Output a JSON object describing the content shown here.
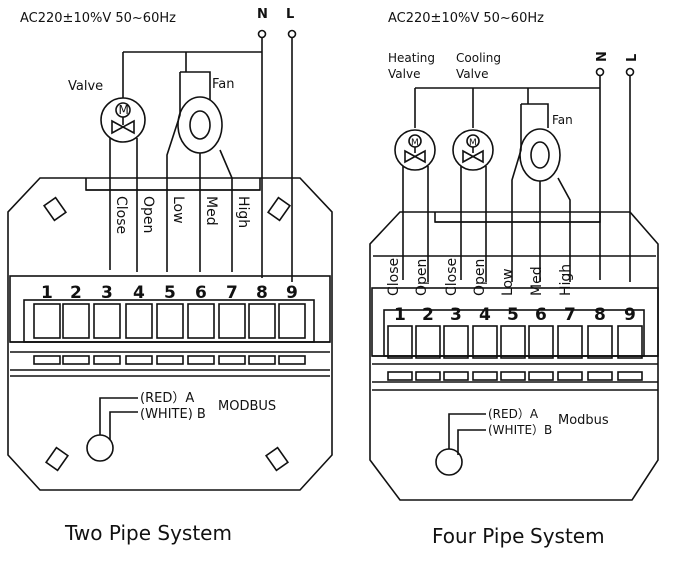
{
  "left": {
    "supply": "AC220±10%V 50~60Hz",
    "n": "N",
    "l": "L",
    "valve": "Valve",
    "fan": "Fan",
    "valve_motor": "M",
    "wires": [
      "Close",
      "Open",
      "Low",
      "Med",
      "High"
    ],
    "terminals": [
      "1",
      "2",
      "3",
      "4",
      "5",
      "6",
      "7",
      "8",
      "9"
    ],
    "modbus_a": "(RED）A",
    "modbus_b": "(WHITE) B",
    "modbus": "MODBUS",
    "caption": "Two Pipe System"
  },
  "right": {
    "supply": "AC220±10%V 50~60Hz",
    "n": "N",
    "l": "L",
    "heating_valve_1": "Heating",
    "heating_valve_2": "Valve",
    "cooling_valve_1": "Cooling",
    "cooling_valve_2": "Valve",
    "fan": "Fan",
    "valve_motor": "M",
    "wires": [
      "Close",
      "Open",
      "Close",
      "Open",
      "Low",
      "Med",
      "High"
    ],
    "terminals": [
      "1",
      "2",
      "3",
      "4",
      "5",
      "6",
      "7",
      "8",
      "9"
    ],
    "modbus_a": "(RED）A",
    "modbus_b": "(WHITE）B",
    "modbus": "Modbus",
    "caption_1": "Four Pipe",
    "caption_2": "System"
  }
}
